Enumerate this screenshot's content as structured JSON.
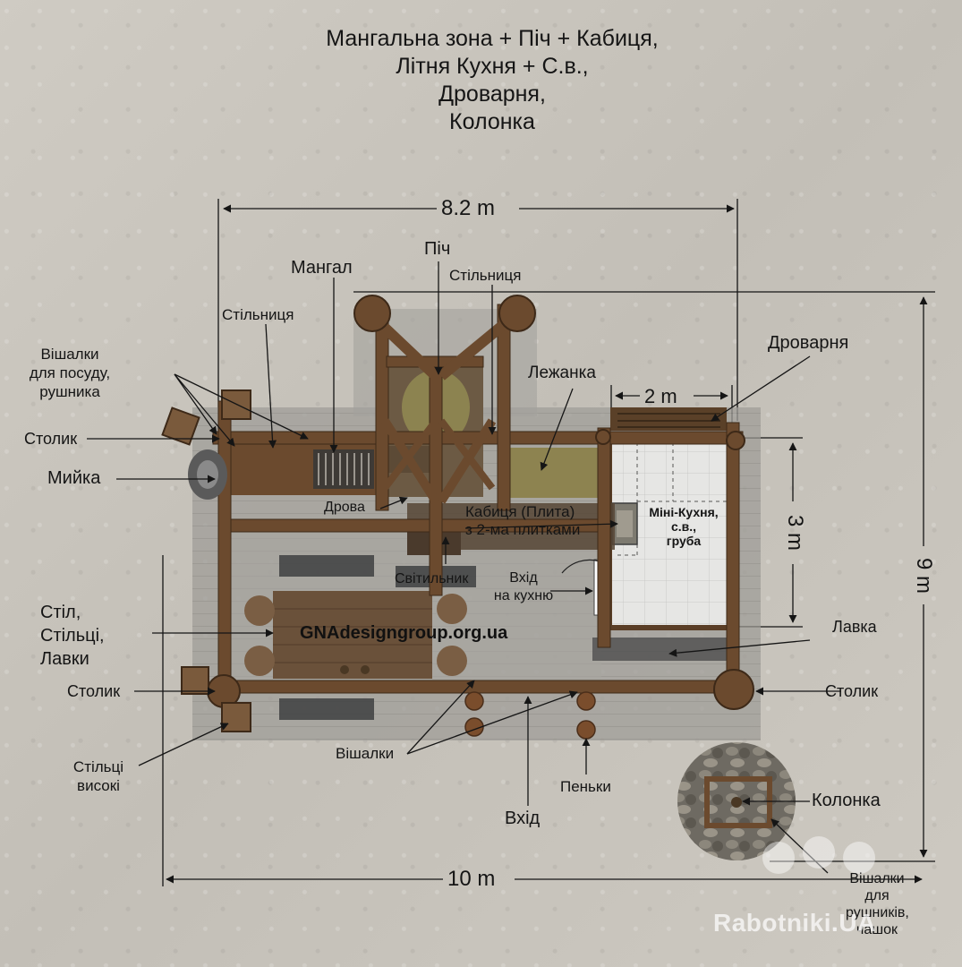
{
  "title": {
    "line1": "Мангальна зона + Піч + Кабиця,",
    "line2": "Літня Кухня + С.в.,",
    "line3": "Дроварня,",
    "line4": "Колонка"
  },
  "dimensions": {
    "width_top": "8.2 m",
    "width_bottom": "10 m",
    "height_right": "9 m",
    "kitchen_height": "3 m",
    "kitchen_width": "2 m"
  },
  "labels": {
    "pich": "Піч",
    "mangal": "Мангал",
    "stilnytsia_center": "Стільниця",
    "stilnytsia_left": "Стільниця",
    "vishalky_posud": [
      "Вішалки",
      "для посуду,",
      "рушника"
    ],
    "stolyk_left": "Столик",
    "myika": "Мийка",
    "lezhanka": "Лежанка",
    "drovarnia": "Дроварня",
    "drova": "Дрова",
    "kabytsia": [
      "Кабиця (Плита)",
      "з 2-ма плитками"
    ],
    "svitylnyk": "Світильник",
    "vkhid_kukhniu": [
      "Вхід",
      "на кухню"
    ],
    "stil": [
      "Стіл,",
      "Стільці,",
      "Лавки"
    ],
    "lavka": "Лавка",
    "stolyk_bottom_left": "Столик",
    "stolyk_bottom_right": "Столик",
    "stiltsi_vysoki": [
      "Стільці",
      "високі"
    ],
    "vishalky": "Вішалки",
    "penky": "Пеньки",
    "vkhid": "Вхід",
    "kolonka": "Колонка",
    "vishalky_rushnykiv": [
      "Вішалки",
      "для",
      "рушників,",
      "чашок"
    ]
  },
  "room": {
    "name": [
      "Міні-Кухня,",
      "с.в.,",
      "груба"
    ]
  },
  "watermark": "GNAdesigngroup.org.ua",
  "brand": "Rabotniki.UA",
  "colors": {
    "wood": "#6b4a2e",
    "wood_dark": "#4a321e",
    "floor": "#9c9a95",
    "tile": "#e7e7e5",
    "annotation": "#151515"
  }
}
